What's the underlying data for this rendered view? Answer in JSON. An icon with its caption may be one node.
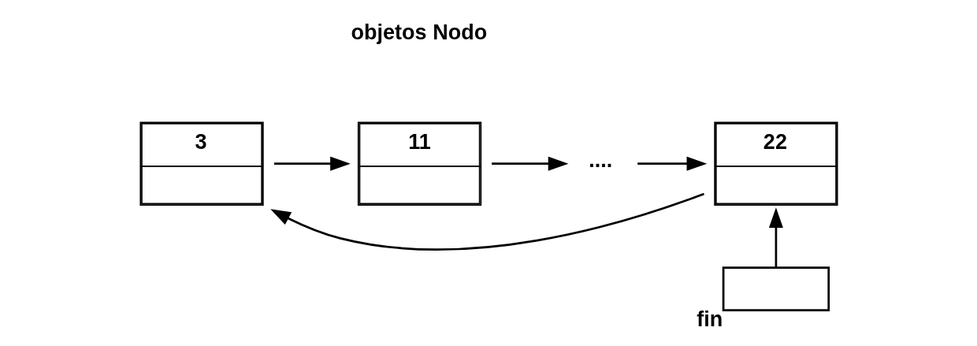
{
  "diagram": {
    "nodes": [
      {
        "text": [
          "3"
        ]
      },
      {
        "text": [
          "11"
        ]
      },
      {
        "text": [
          "...."
        ]
      },
      {
        "text": [
          "22"
        ]
      },
      {
        "text": [],
        "shape": "box",
        "beside": [
          "fin"
        ]
      }
    ],
    "edges": [
      {
        "from": 0,
        "to": 1,
        "arrow": "to"
      },
      {
        "from": 1,
        "to": 2,
        "arrow": "to"
      },
      {
        "from": 2,
        "to": 3,
        "arrow": "to"
      },
      {
        "from": 3,
        "to": 0,
        "arrow": "to"
      },
      {
        "from": 4,
        "to": 3,
        "arrow": "to"
      }
    ],
    "labels": [
      "objetos Nodo"
    ]
  }
}
